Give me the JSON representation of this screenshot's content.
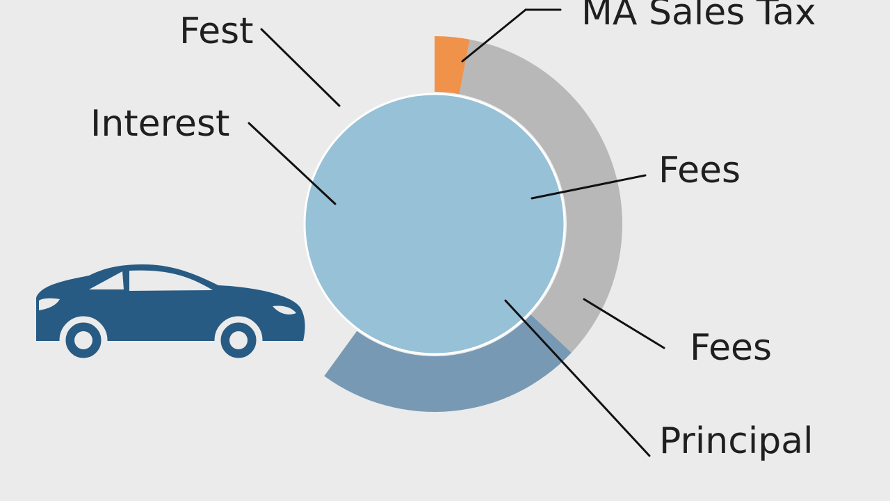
{
  "chart_data": {
    "type": "pie",
    "title": "",
    "rings": {
      "inner": [
        {
          "label": "Principal",
          "value": 100,
          "color": "#97c1d7"
        }
      ],
      "outer": [
        {
          "label": "MA Sales Tax",
          "value": 3,
          "color": "#f0924a"
        },
        {
          "label": "Fees",
          "value": 34,
          "color": "#b8b8b8"
        },
        {
          "label": "Interest",
          "value": 23,
          "color": "#7799b4"
        }
      ]
    },
    "labels": {
      "sales_tax": "MA Sales Tax",
      "fees_inner": "Fees",
      "fees_outer": "Fees",
      "interest": "Interest",
      "rest": "Fest",
      "principal": "Principal"
    }
  },
  "colors": {
    "background": "#ebebeb",
    "car": "#275b84",
    "leader": "#111111"
  },
  "icons": {
    "car": "car-icon"
  }
}
